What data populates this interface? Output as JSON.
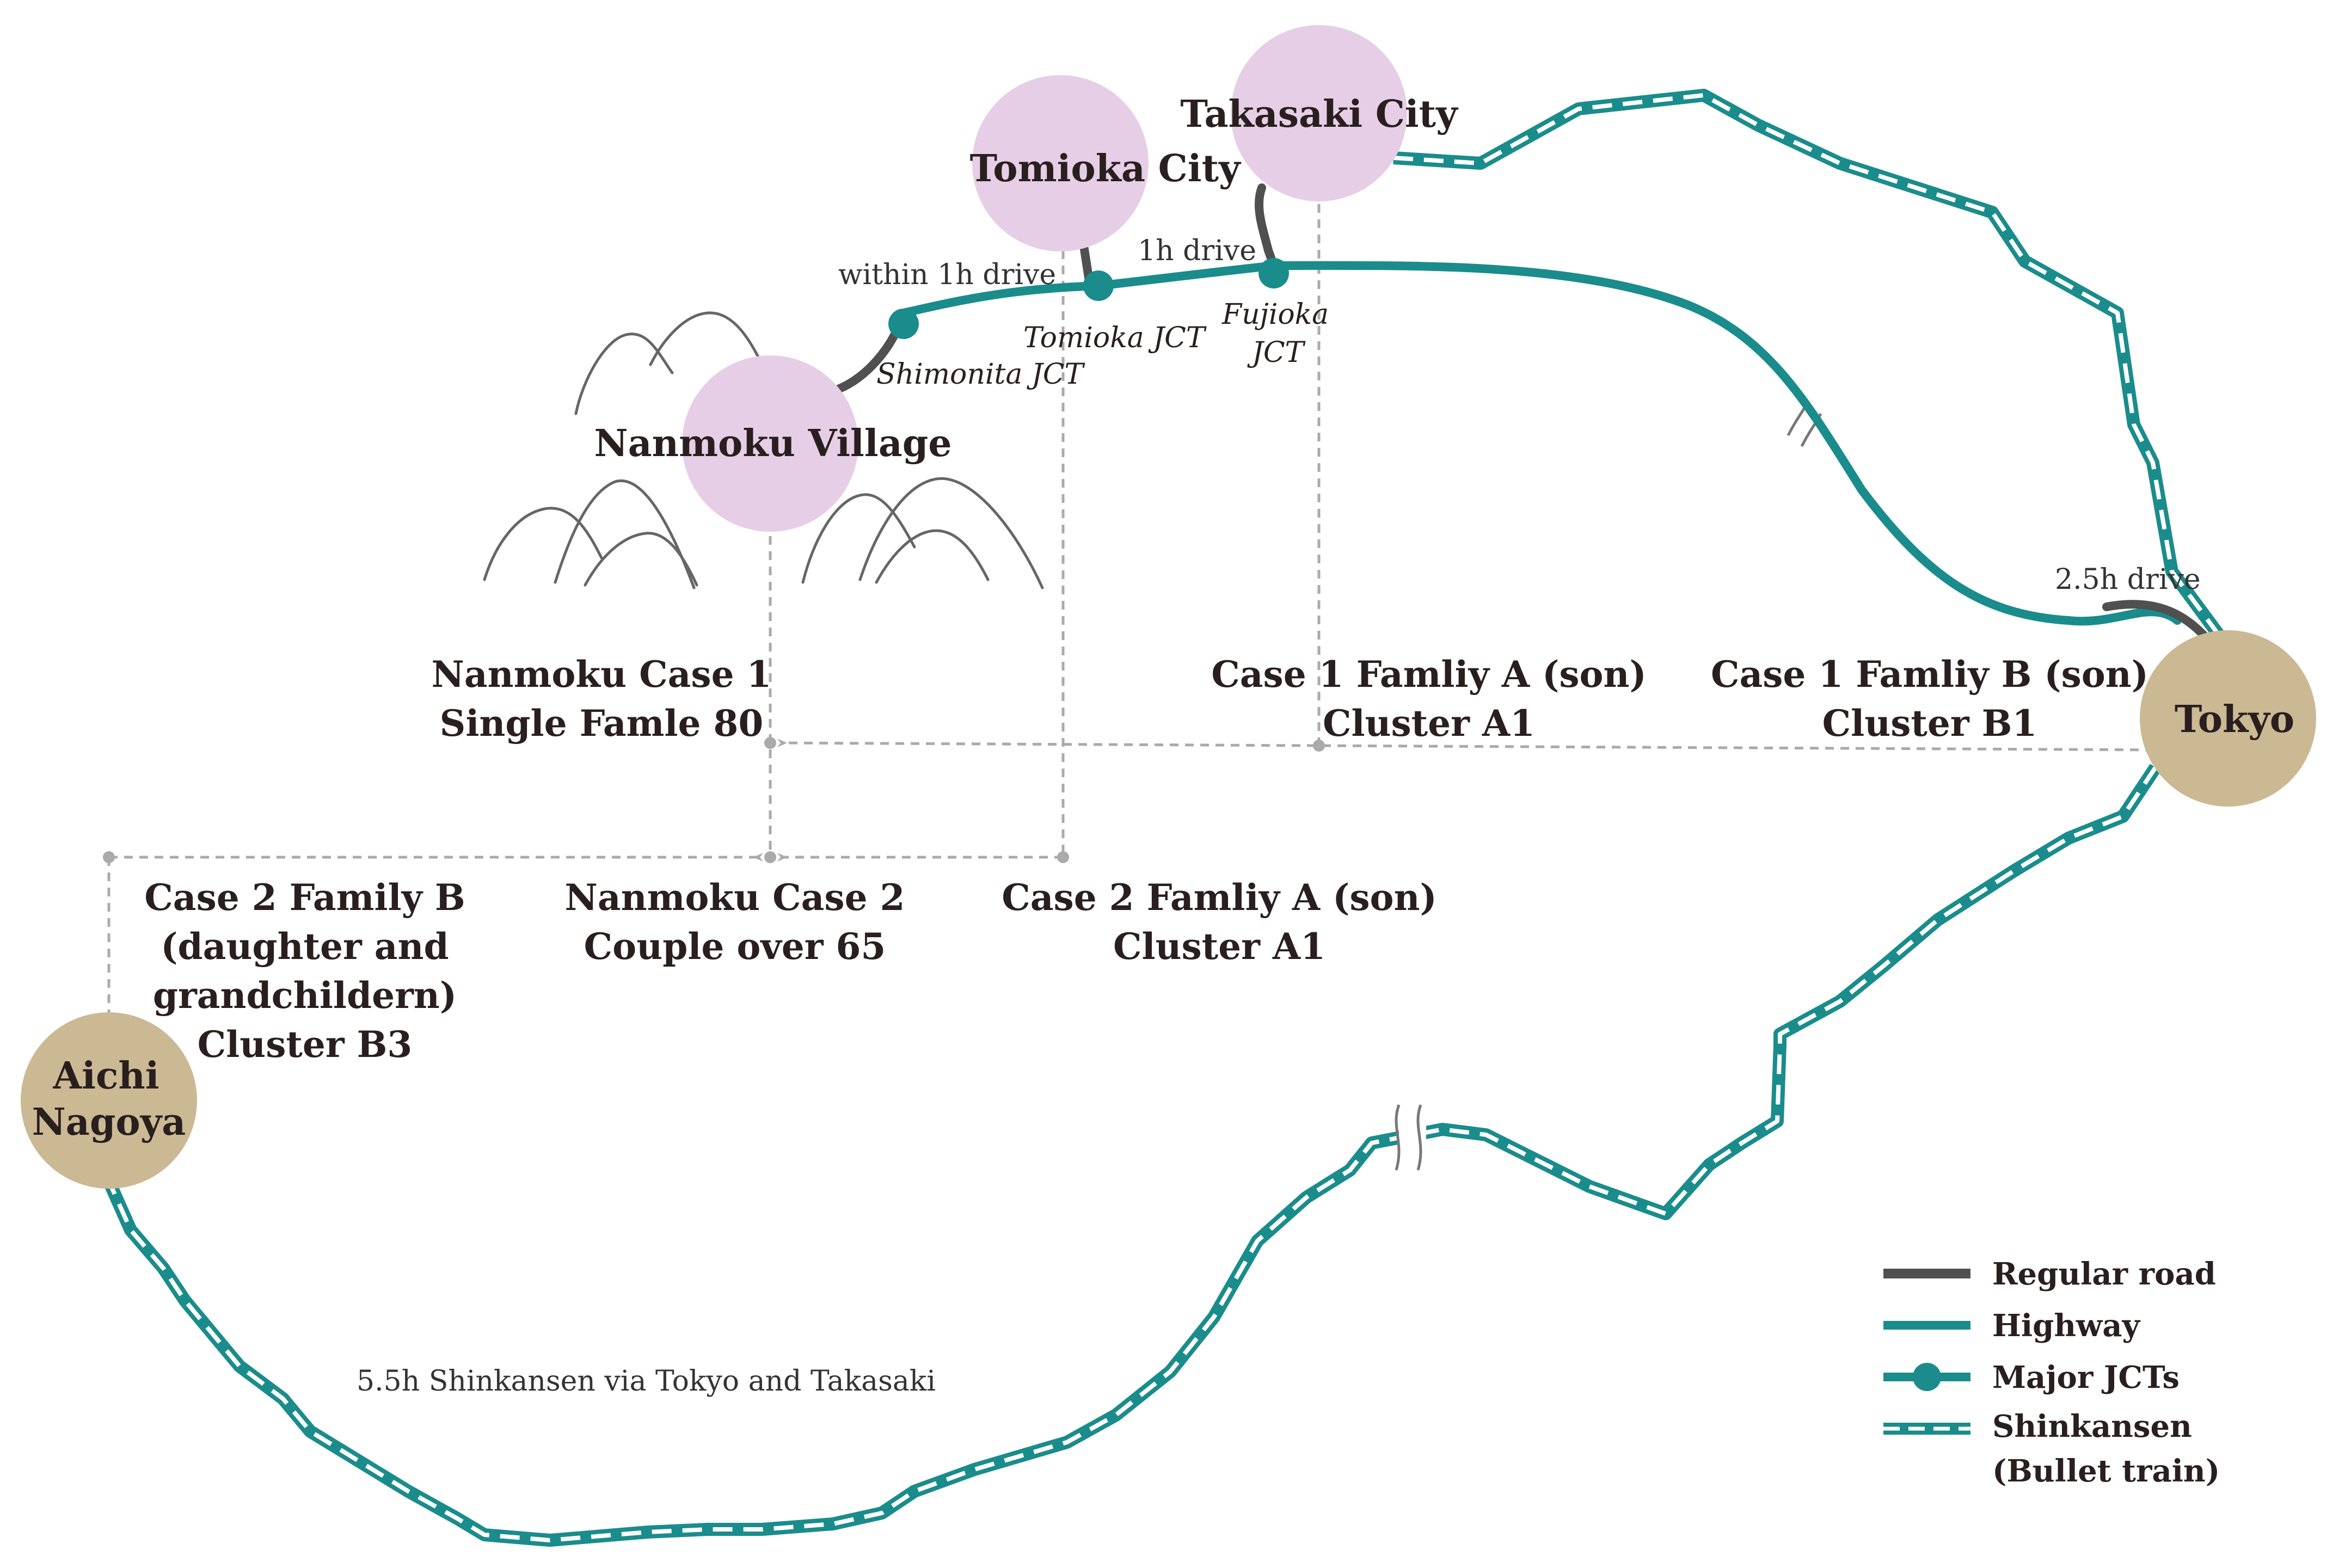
{
  "colors": {
    "regular_road": "#505050",
    "highway": "#1a8c8c",
    "shinkansen": "#1a8c8c",
    "city_circle": "#e6cfe6",
    "hub_circle": "#cbb994",
    "dashed_line": "#aaaaaa",
    "mountain": "#666666"
  },
  "places": {
    "takasaki": "Takasaki City",
    "tomioka": "Tomioka City",
    "nanmoku": "Nanmoku Village",
    "tokyo": "Tokyo",
    "nagoya_line1": "Aichi",
    "nagoya_line2": "Nagoya"
  },
  "junctions": {
    "shimonita": "Shimonita JCT",
    "tomioka": "Tomioka JCT",
    "fujioka_line1": "Fujioka",
    "fujioka_line2": "JCT"
  },
  "travel_notes": {
    "within_1h": "within 1h drive",
    "one_h": "1h drive",
    "two_5h": "2.5h drive",
    "shinkansen": "5.5h Shinkansen via Tokyo and Takasaki"
  },
  "cases": {
    "nanmoku_case1": [
      "Nanmoku Case 1",
      "Single Famle 80"
    ],
    "case1_family_a": [
      "Case 1 Famliy A (son)",
      "Cluster A1"
    ],
    "case1_family_b": [
      "Case 1 Famliy B (son)",
      "Cluster B1"
    ],
    "case2_family_b": [
      "Case 2 Family B",
      "(daughter and",
      "grandchildern)",
      "Cluster B3"
    ],
    "nanmoku_case2": [
      "Nanmoku Case 2",
      "Couple over 65"
    ],
    "case2_family_a": [
      "Case 2 Famliy A (son)",
      "Cluster A1"
    ]
  },
  "legend": {
    "regular_road": "Regular road",
    "highway": "Highway",
    "major_jcts": "Major JCTs",
    "shinkansen_line1": "Shinkansen",
    "shinkansen_line2": "(Bullet train)"
  }
}
